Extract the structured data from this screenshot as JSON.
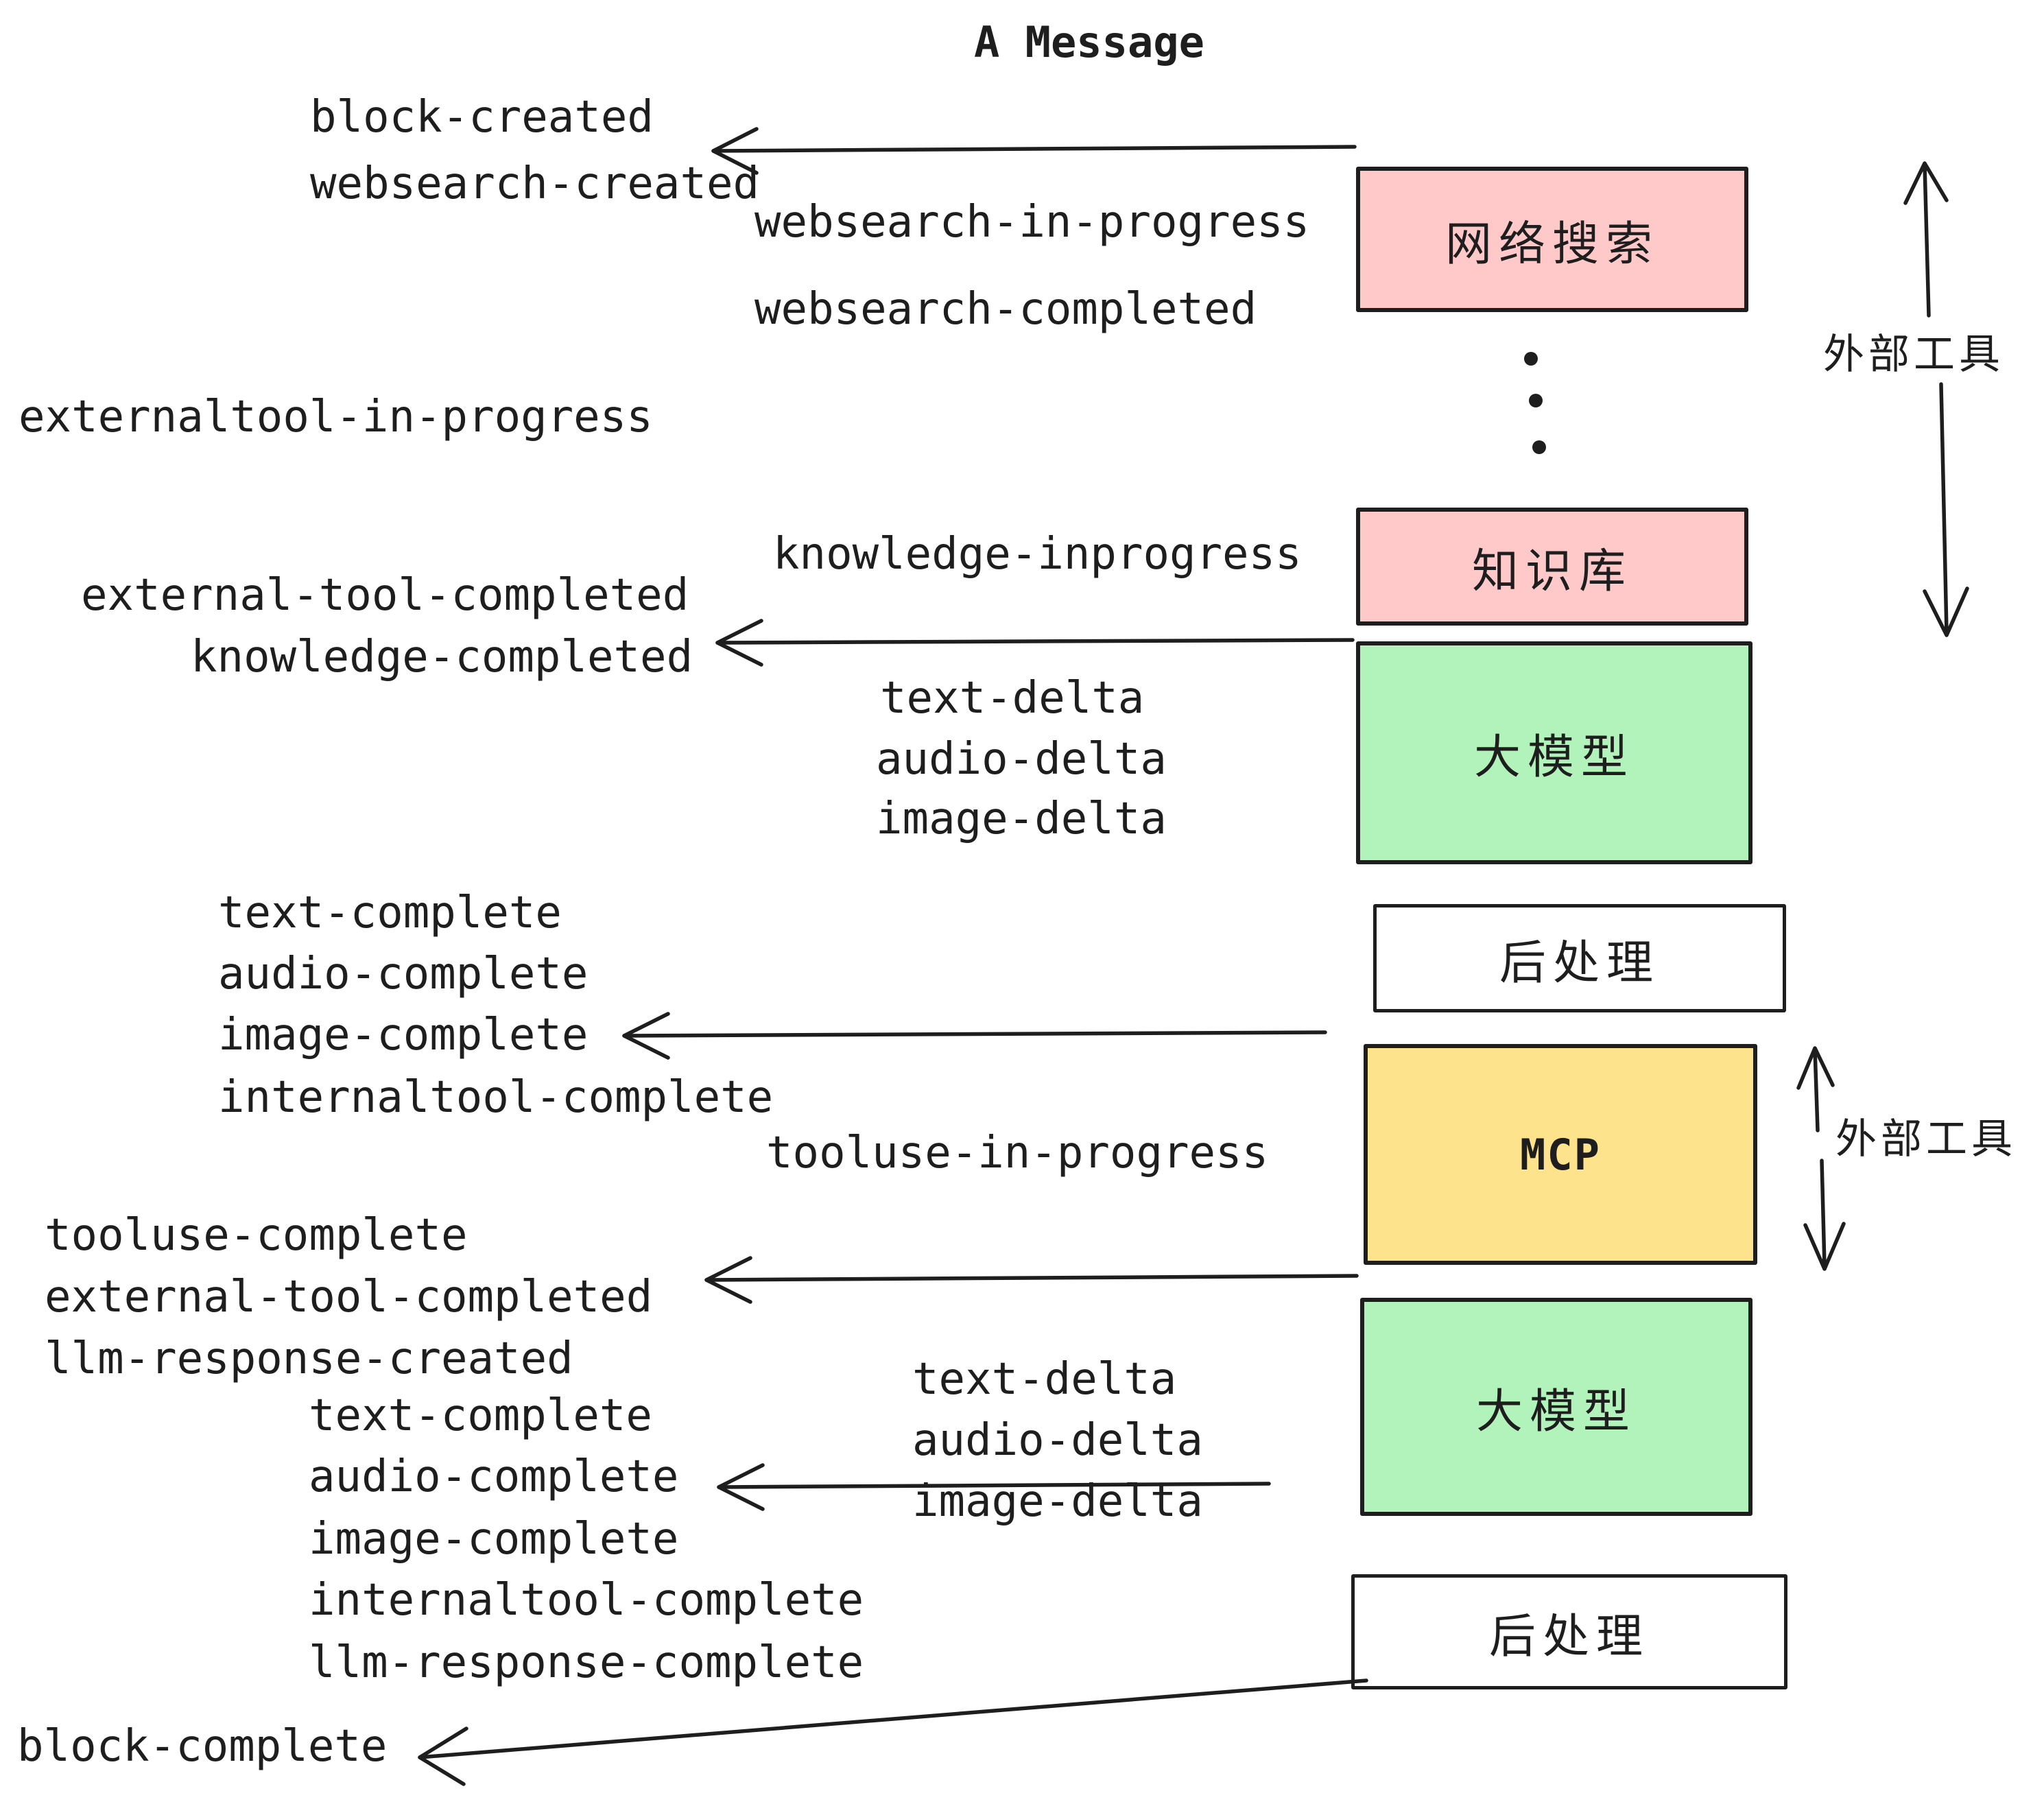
{
  "title": "A Message",
  "colors": {
    "pink": "#FFC9C9",
    "green": "#B2F2BB",
    "yellow": "#FCE38C",
    "white": "#FFFFFF",
    "stroke": "#1e1e1e"
  },
  "boxes": {
    "websearch": {
      "label": "网络搜索",
      "fill": "pink"
    },
    "knowledge": {
      "label": "知识库",
      "fill": "pink"
    },
    "llm_top": {
      "label": "大模型",
      "fill": "green"
    },
    "postprocess_top": {
      "label": "后处理",
      "fill": "white"
    },
    "mcp": {
      "label": "MCP",
      "fill": "yellow"
    },
    "llm_bottom": {
      "label": "大模型",
      "fill": "green"
    },
    "postprocess_bottom": {
      "label": "后处理",
      "fill": "white"
    }
  },
  "side_labels": {
    "external_tools_top": "外部工具",
    "external_tools_bottom": "外部工具"
  },
  "decorations": {
    "ellipsis_dot_count": 3
  },
  "events": {
    "block_created": "block-created",
    "websearch_created": "websearch-created",
    "websearch_in_progress": "websearch-in-progress",
    "websearch_completed": "websearch-completed",
    "externaltool_in_progress": "externaltool-in-progress",
    "knowledge_inprogress": "knowledge-inprogress",
    "external_tool_completed_1": "external-tool-completed",
    "knowledge_completed": "knowledge-completed",
    "text_delta_1": "text-delta",
    "audio_delta_1": "audio-delta",
    "image_delta_1": "image-delta",
    "text_complete_1": "text-complete",
    "audio_complete_1": "audio-complete",
    "image_complete_1": "image-complete",
    "internaltool_complete_1": "internaltool-complete",
    "tooluse_in_progress": "tooluse-in-progress",
    "tooluse_complete": "tooluse-complete",
    "external_tool_completed_2": "external-tool-completed",
    "llm_response_created": "llm-response-created",
    "text_complete_2": "text-complete",
    "audio_complete_2": "audio-complete",
    "image_complete_2": "image-complete",
    "internaltool_complete_2": "internaltool-complete",
    "llm_response_complete": "llm-response-complete",
    "block_complete": "block-complete"
  }
}
